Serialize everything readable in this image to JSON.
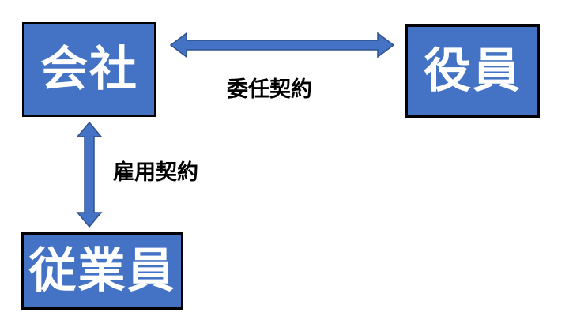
{
  "nodes": {
    "company": "会社",
    "officer": "役員",
    "employee": "従業員"
  },
  "edges": {
    "delegation_contract": "委任契約",
    "employment_contract": "雇用契約"
  },
  "colors": {
    "box_fill": "#4472c4",
    "box_border": "#000000",
    "box_text": "#ffffff",
    "arrow_fill": "#4472c4",
    "arrow_stroke": "#2f528f",
    "label_text": "#000000"
  }
}
